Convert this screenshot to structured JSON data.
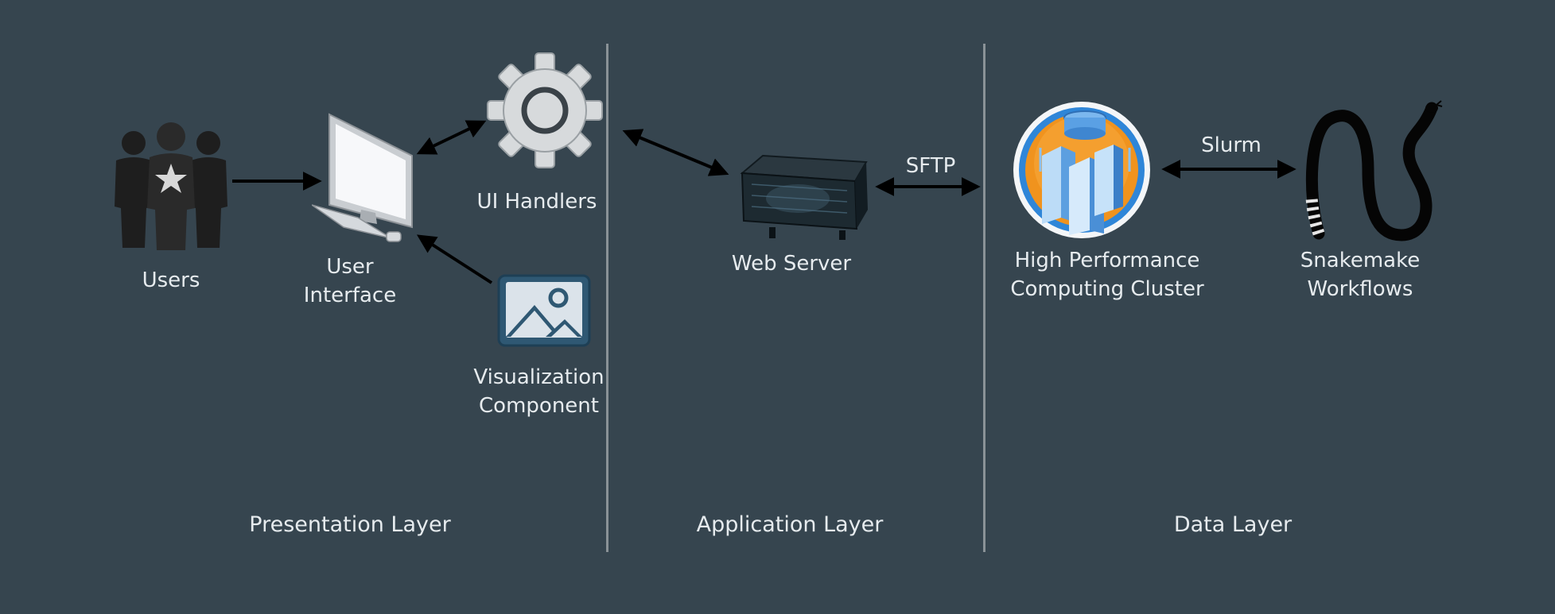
{
  "nodes": {
    "users": {
      "label": "Users",
      "icon": "users-group-icon"
    },
    "user_interface": {
      "label_line1": "User",
      "label_line2": "Interface",
      "icon": "computer-monitor-icon"
    },
    "ui_handlers": {
      "label": "UI Handlers",
      "icon": "gear-icon"
    },
    "visualization": {
      "label_line1": "Visualization",
      "label_line2": "Component",
      "icon": "image-icon"
    },
    "web_server": {
      "label": "Web Server",
      "icon": "server-icon"
    },
    "hpc": {
      "label_line1": "High Performance",
      "label_line2": "Computing Cluster",
      "icon": "hpc-cluster-icon"
    },
    "snakemake": {
      "label_line1": "Snakemake",
      "label_line2": "Workflows",
      "icon": "snake-icon"
    }
  },
  "edges": {
    "sftp_label": "SFTP",
    "slurm_label": "Slurm"
  },
  "layers": {
    "presentation": "Presentation Layer",
    "application": "Application Layer",
    "data": "Data Layer"
  },
  "colors": {
    "background": "#36454f",
    "text": "#e6ebee",
    "arrow": "#000000",
    "divider": "#8a9297",
    "hpc_orange": "#f0931e",
    "hpc_blue": "#2f86d8"
  }
}
